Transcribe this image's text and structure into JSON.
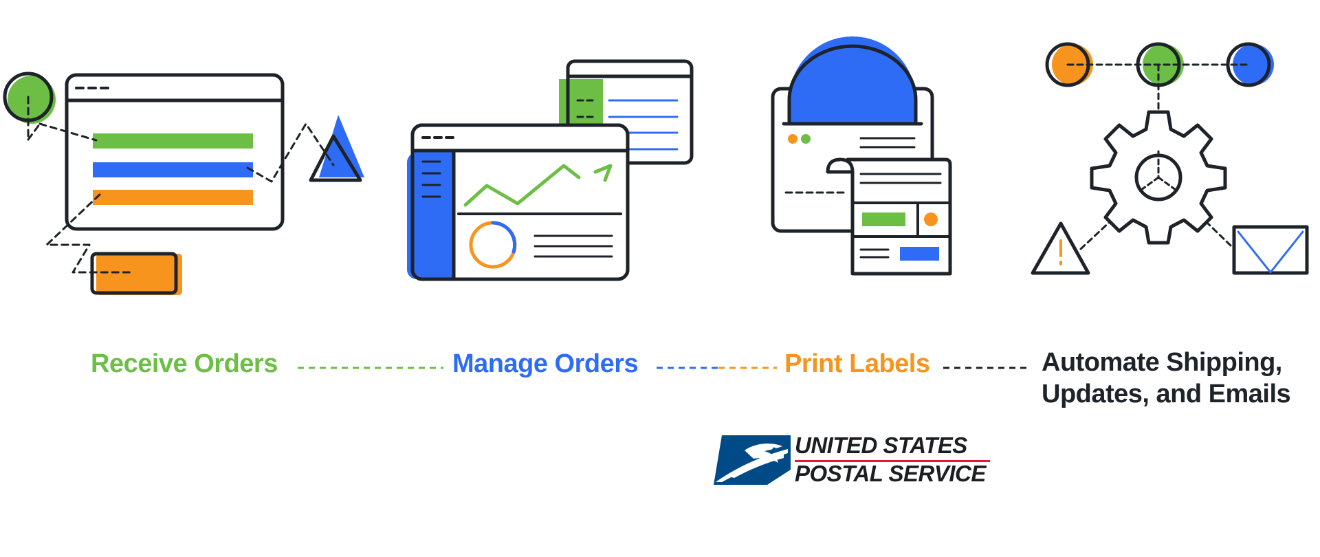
{
  "steps": [
    {
      "label": "Receive Orders",
      "color": "#6cbe45",
      "icon": "order-window-icon"
    },
    {
      "label": "Manage Orders",
      "color": "#2f6cf6",
      "icon": "dashboard-icon"
    },
    {
      "label": "Print Labels",
      "color": "#f7941d",
      "icon": "printer-label-icon"
    },
    {
      "label_lines": [
        "Automate Shipping,",
        "Updates, and Emails"
      ],
      "color": "#1d2329",
      "icon": "automation-gear-icon"
    }
  ],
  "logo": {
    "line1": "UNITED STATES",
    "line2": "POSTAL SERVICE",
    "brand_blue": "#004b87",
    "brand_red": "#e31837"
  },
  "palette": {
    "green": "#6cbe45",
    "blue": "#2f6cf6",
    "orange": "#f7941d",
    "ink": "#1d2329"
  }
}
